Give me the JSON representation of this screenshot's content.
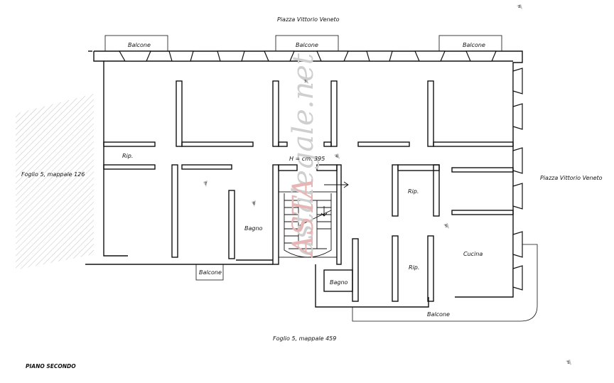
{
  "plan": {
    "street_top": "Piazza Vittorio Veneto",
    "street_right": "Piazza Vittorio Veneto",
    "parcel_left": "Foglio 5, mappale 126",
    "parcel_bottom": "Foglio 5, mappale 459",
    "floor_name": "PIANO SECONDO",
    "height_note": "H = cm. 395"
  },
  "rooms": {
    "balcone_top_left": "Balcone",
    "balcone_top_center": "Balcone",
    "balcone_top_right": "Balcone",
    "balcone_bottom_left": "Balcone",
    "balcone_bottom_right": "Balcone",
    "rip_left": "Rip.",
    "rip_right_upper": "Rip.",
    "rip_right_lower": "Rip.",
    "bagno_center": "Bagno",
    "bagno_lower": "Bagno",
    "cucina": "Cucina"
  },
  "markers": [
    "1",
    "2",
    "3",
    "4",
    "5",
    "6",
    "7"
  ],
  "watermark": {
    "text_gray": "astalegale.net",
    "text_red": "ASTA"
  }
}
